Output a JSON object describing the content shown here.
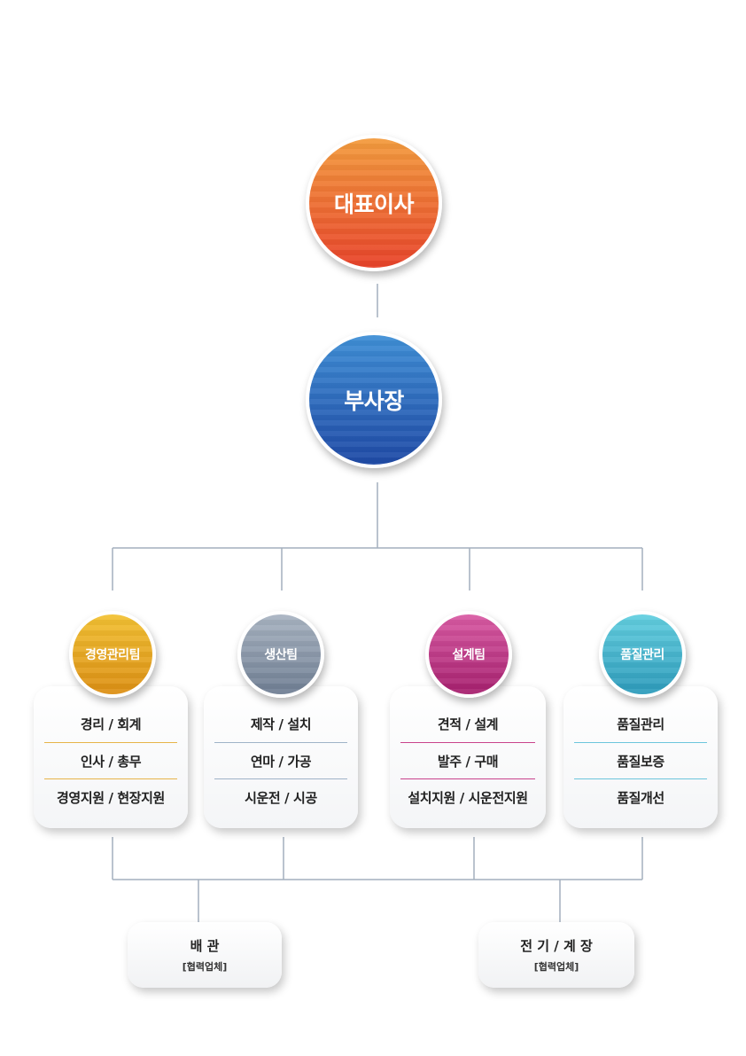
{
  "ceo": {
    "label": "대표이사",
    "color_top": "#f39c3e",
    "color_bottom": "#e8432a"
  },
  "vice_president": {
    "label": "부사장",
    "color_top": "#3f8fd6",
    "color_bottom": "#1f4aa6"
  },
  "teams": [
    {
      "name": "경영관리팀",
      "color": "#e9a925",
      "duties": [
        "경리 / 회계",
        "인사 / 총무",
        "경영지원 / 현장지원"
      ]
    },
    {
      "name": "생산팀",
      "color": "#8a97a8",
      "duties": [
        "제작 / 설치",
        "연마 / 가공",
        "시운전 / 시공"
      ]
    },
    {
      "name": "설계팀",
      "color": "#c43a88",
      "duties": [
        "견적 / 설계",
        "발주 / 구매",
        "설치지원 / 시운전지원"
      ]
    },
    {
      "name": "품질관리",
      "color": "#45b3cd",
      "duties": [
        "품질관리",
        "품질보증",
        "품질개선"
      ]
    }
  ],
  "partners": [
    {
      "name": "배 관",
      "note": "[협력업체]"
    },
    {
      "name": "전 기 / 계 장",
      "note": "[협력업체]"
    }
  ],
  "line_color": "#a3afbd"
}
